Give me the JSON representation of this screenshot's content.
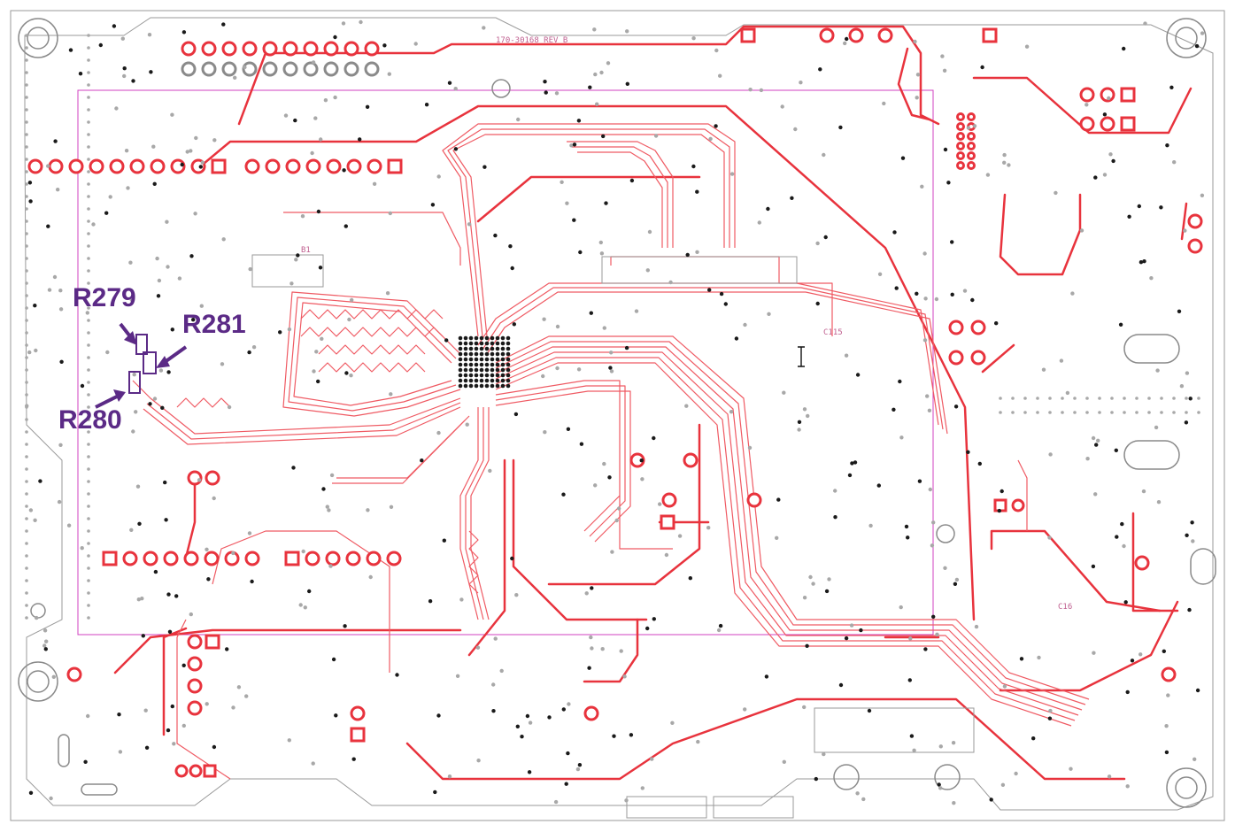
{
  "board": {
    "revision_label": "170-30168_REV B",
    "silk_labels": [
      "B1",
      "C115",
      "C16"
    ]
  },
  "callouts": [
    {
      "id": "r279",
      "label": "R279"
    },
    {
      "id": "r281",
      "label": "R281"
    },
    {
      "id": "r280",
      "label": "R280"
    }
  ],
  "colors": {
    "trace": "#e8333d",
    "outline": "#9a9a9a",
    "callout": "#5b2a86",
    "keepout": "#d040c0",
    "via": "#1a1a1a"
  }
}
